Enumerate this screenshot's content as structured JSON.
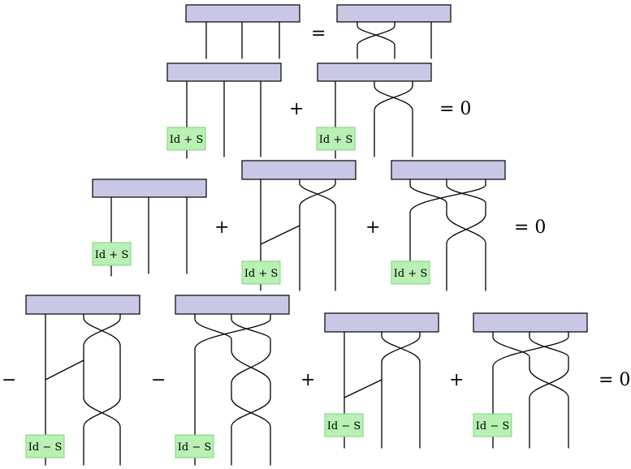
{
  "diagram": {
    "rows": [
      {
        "operators": [
          "="
        ]
      },
      {
        "labels": [
          "Id + S",
          "Id + S"
        ],
        "operators": [
          "+",
          "= 0"
        ]
      },
      {
        "labels": [
          "Id + S",
          "Id + S",
          "Id + S"
        ],
        "operators": [
          "+",
          "+",
          "= 0"
        ]
      },
      {
        "labels": [
          "Id − S",
          "Id − S",
          "Id − S",
          "Id − S"
        ],
        "operators": [
          "−",
          "−",
          "+",
          "+",
          "= 0"
        ]
      }
    ]
  }
}
